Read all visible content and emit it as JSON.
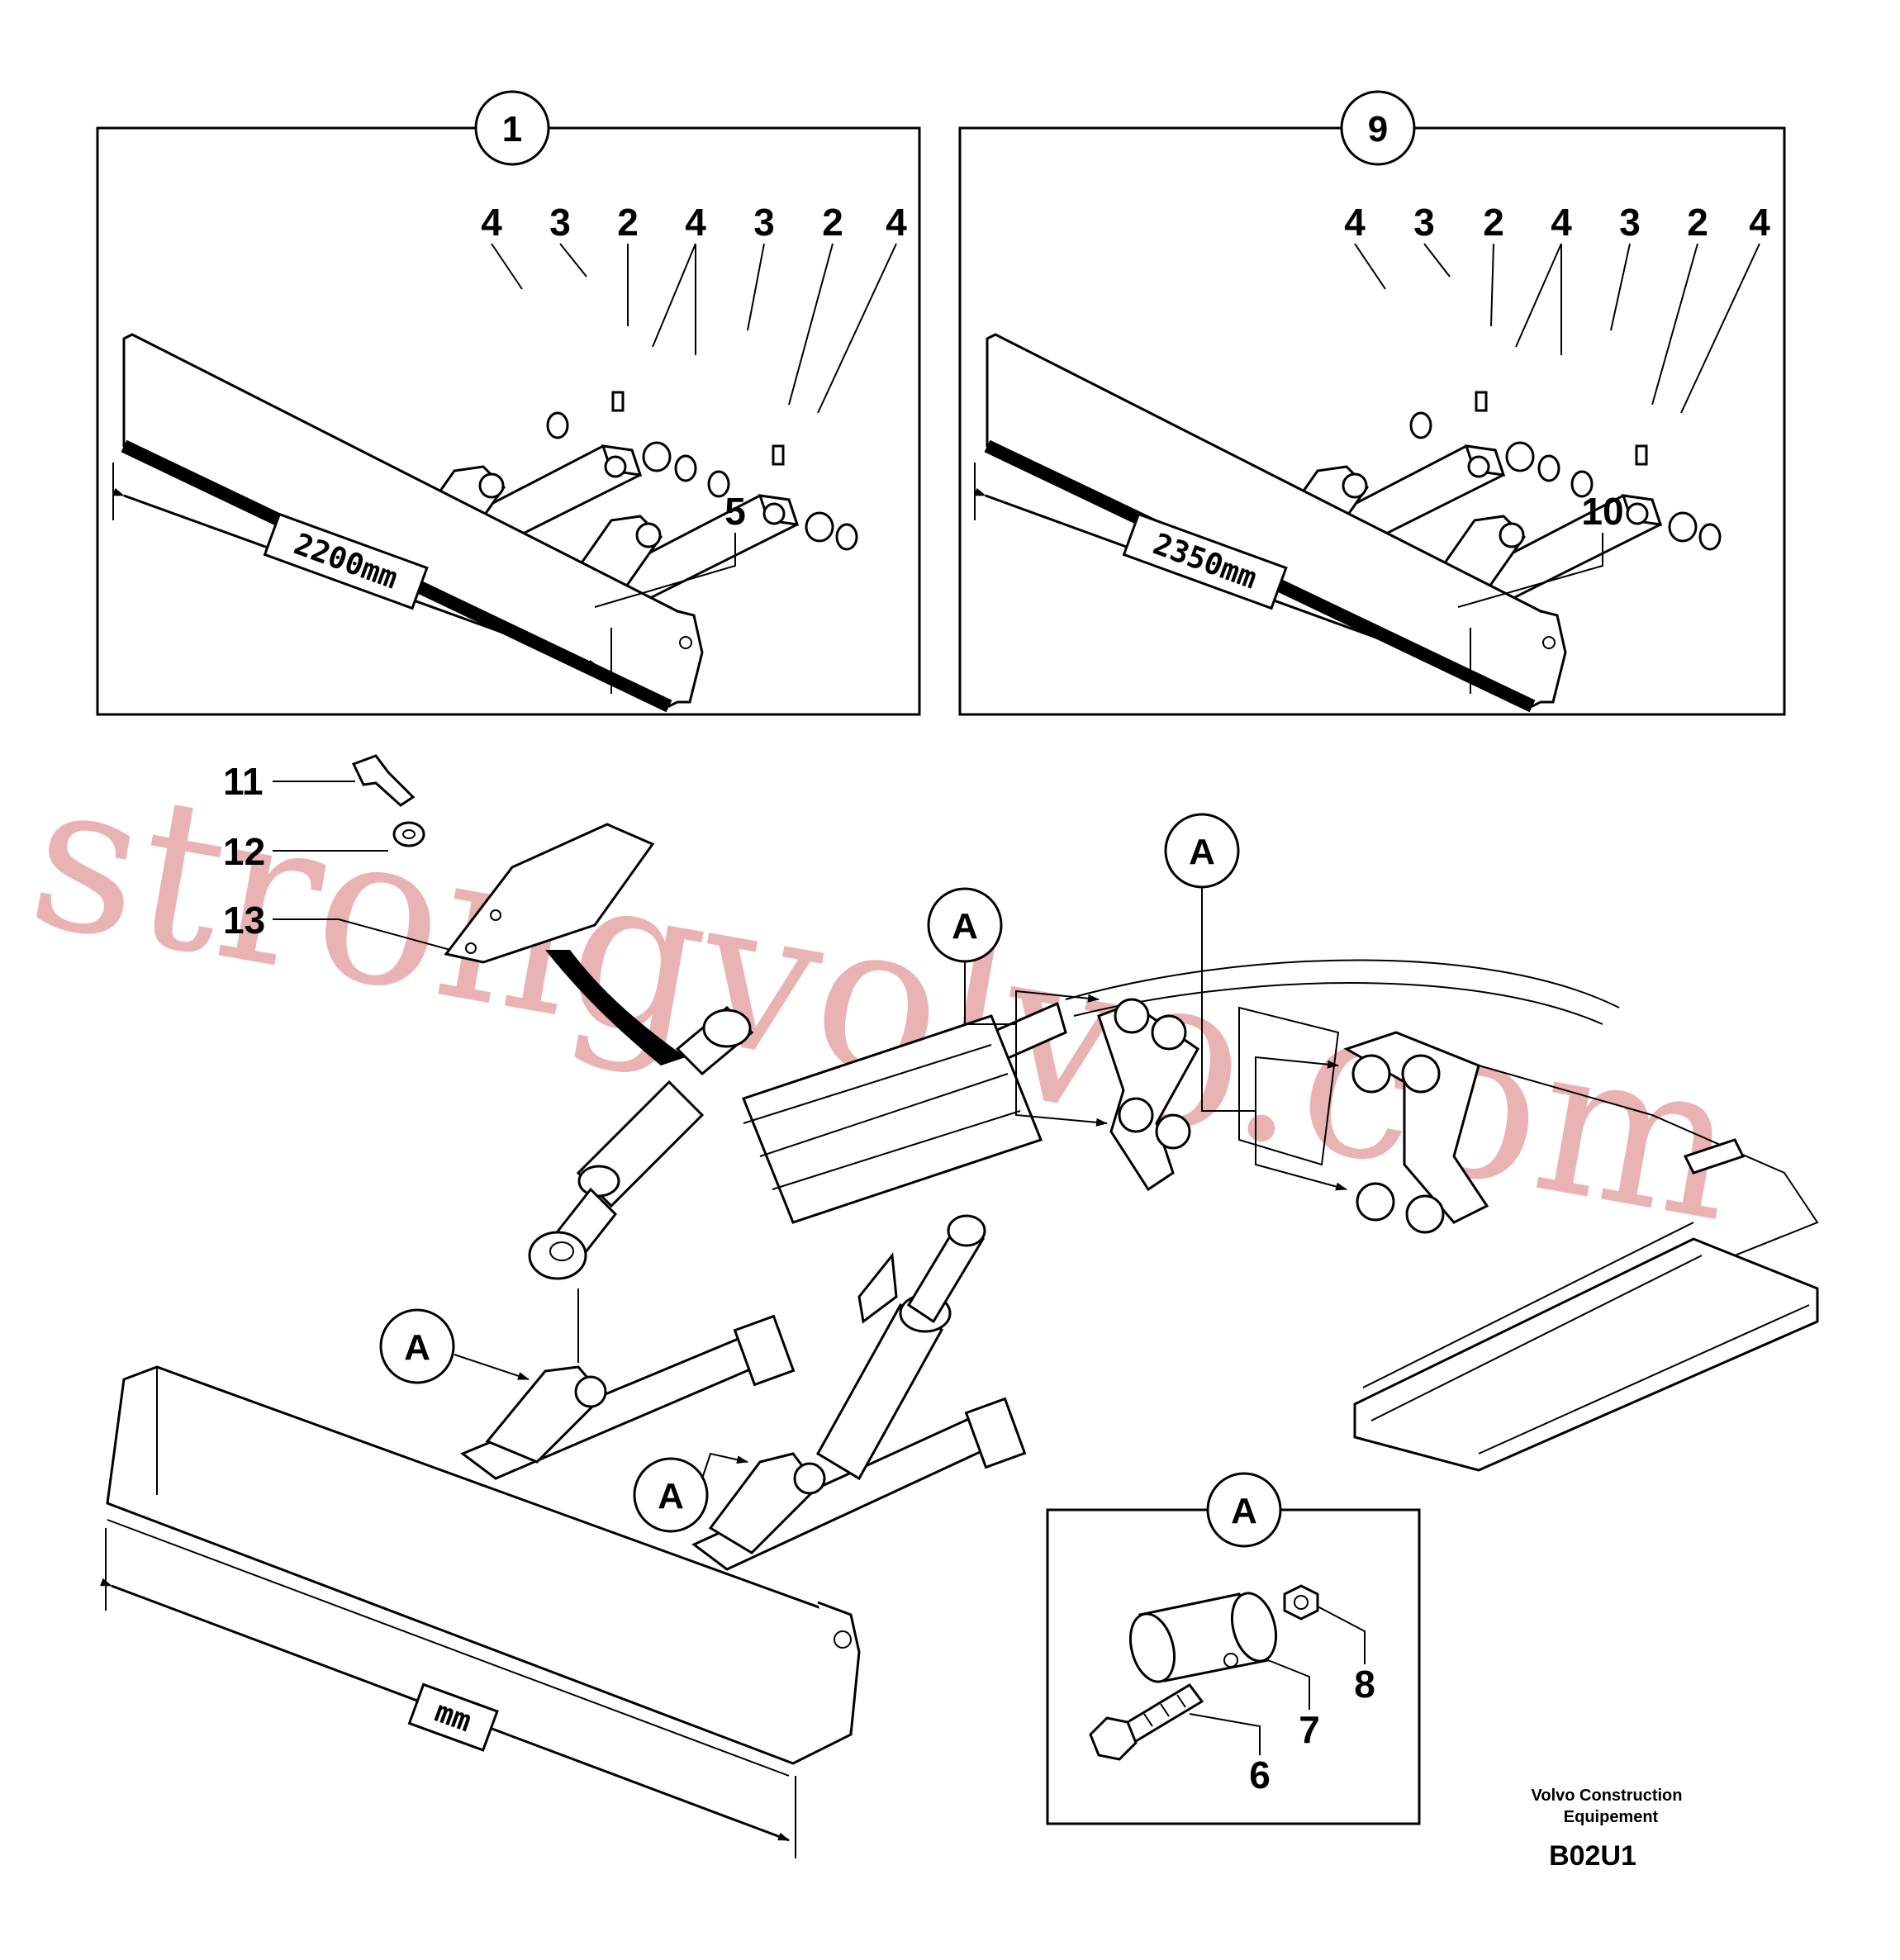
{
  "panels": {
    "left": {
      "callout": "1",
      "width_label": "2200mm",
      "edge_label": "5",
      "labels": [
        "4",
        "3",
        "2",
        "4",
        "3",
        "2",
        "4"
      ]
    },
    "right": {
      "callout": "9",
      "width_label": "2350mm",
      "edge_label": "10",
      "labels": [
        "4",
        "3",
        "2",
        "4",
        "3",
        "2",
        "4"
      ]
    }
  },
  "main": {
    "bolt_label": "11",
    "washer_label": "12",
    "plate_label": "13",
    "detail_ref": "A",
    "blade_width_label": "mm"
  },
  "detail": {
    "callout": "A",
    "bolt_label": "6",
    "pin_label": "7",
    "nut_label": "8"
  },
  "footer": {
    "company_line1": "Volvo Construction",
    "company_line2": "Equipement",
    "code": "B02U1"
  },
  "watermark": "strongvolvo.com"
}
